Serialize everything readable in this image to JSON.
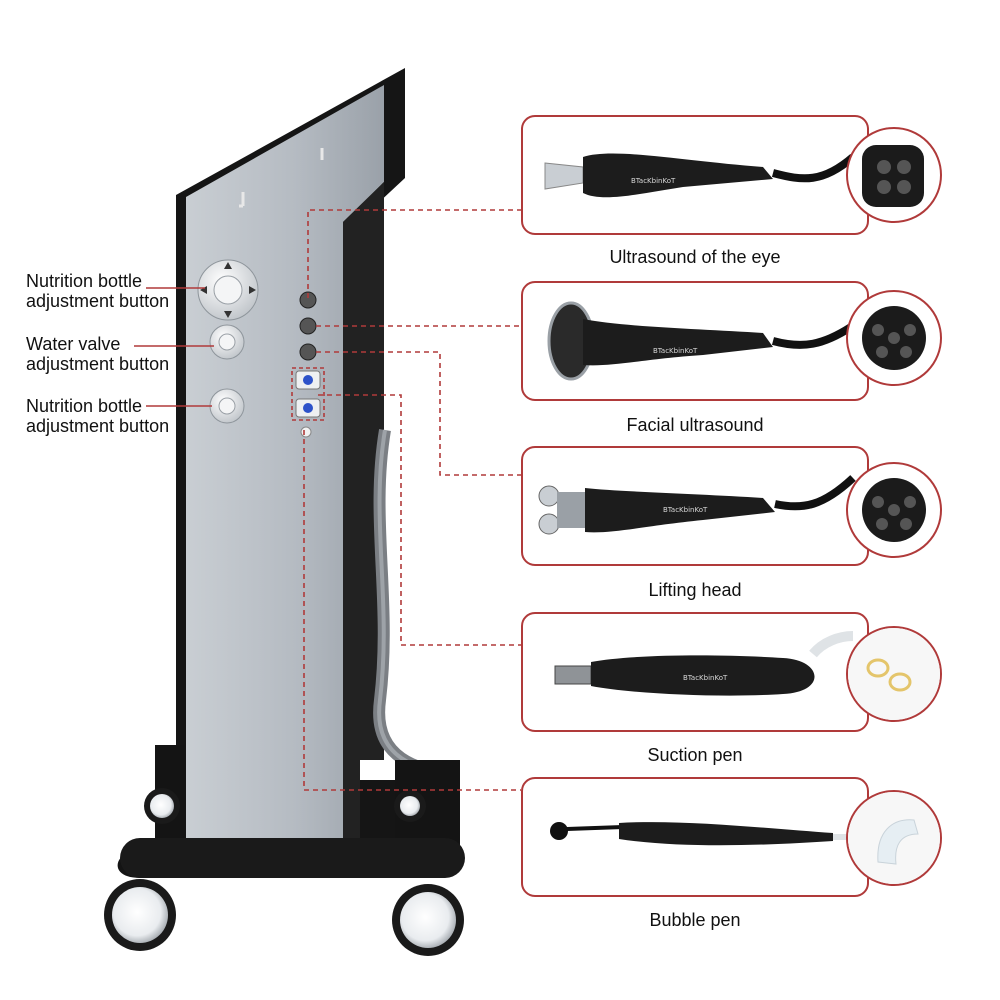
{
  "machine_labels": [
    {
      "line1": "Nutrition bottle",
      "line2": "adjustment button"
    },
    {
      "line1": "Water valve",
      "line2": "adjustment button"
    },
    {
      "line1": "Nutrition bottle",
      "line2": "adjustment button"
    }
  ],
  "handpieces": [
    {
      "caption": "Ultrasound of the eye",
      "brand": "BTacKbinKoT",
      "connector_pins": 4
    },
    {
      "caption": "Facial ultrasound",
      "brand": "BTacKbinKoT",
      "connector_pins": 5
    },
    {
      "caption": "Lifting head",
      "brand": "BTacKbinKoT",
      "connector_pins": 5
    },
    {
      "caption": "Suction pen",
      "brand": "BTacKbinKoT",
      "connector_pins": 0
    },
    {
      "caption": "Bubble pen",
      "brand": "",
      "connector_pins": 0
    }
  ],
  "colors": {
    "frame_red": "#b03a3a",
    "panel_grey": "#aeb4bb",
    "body_black": "#151515"
  }
}
